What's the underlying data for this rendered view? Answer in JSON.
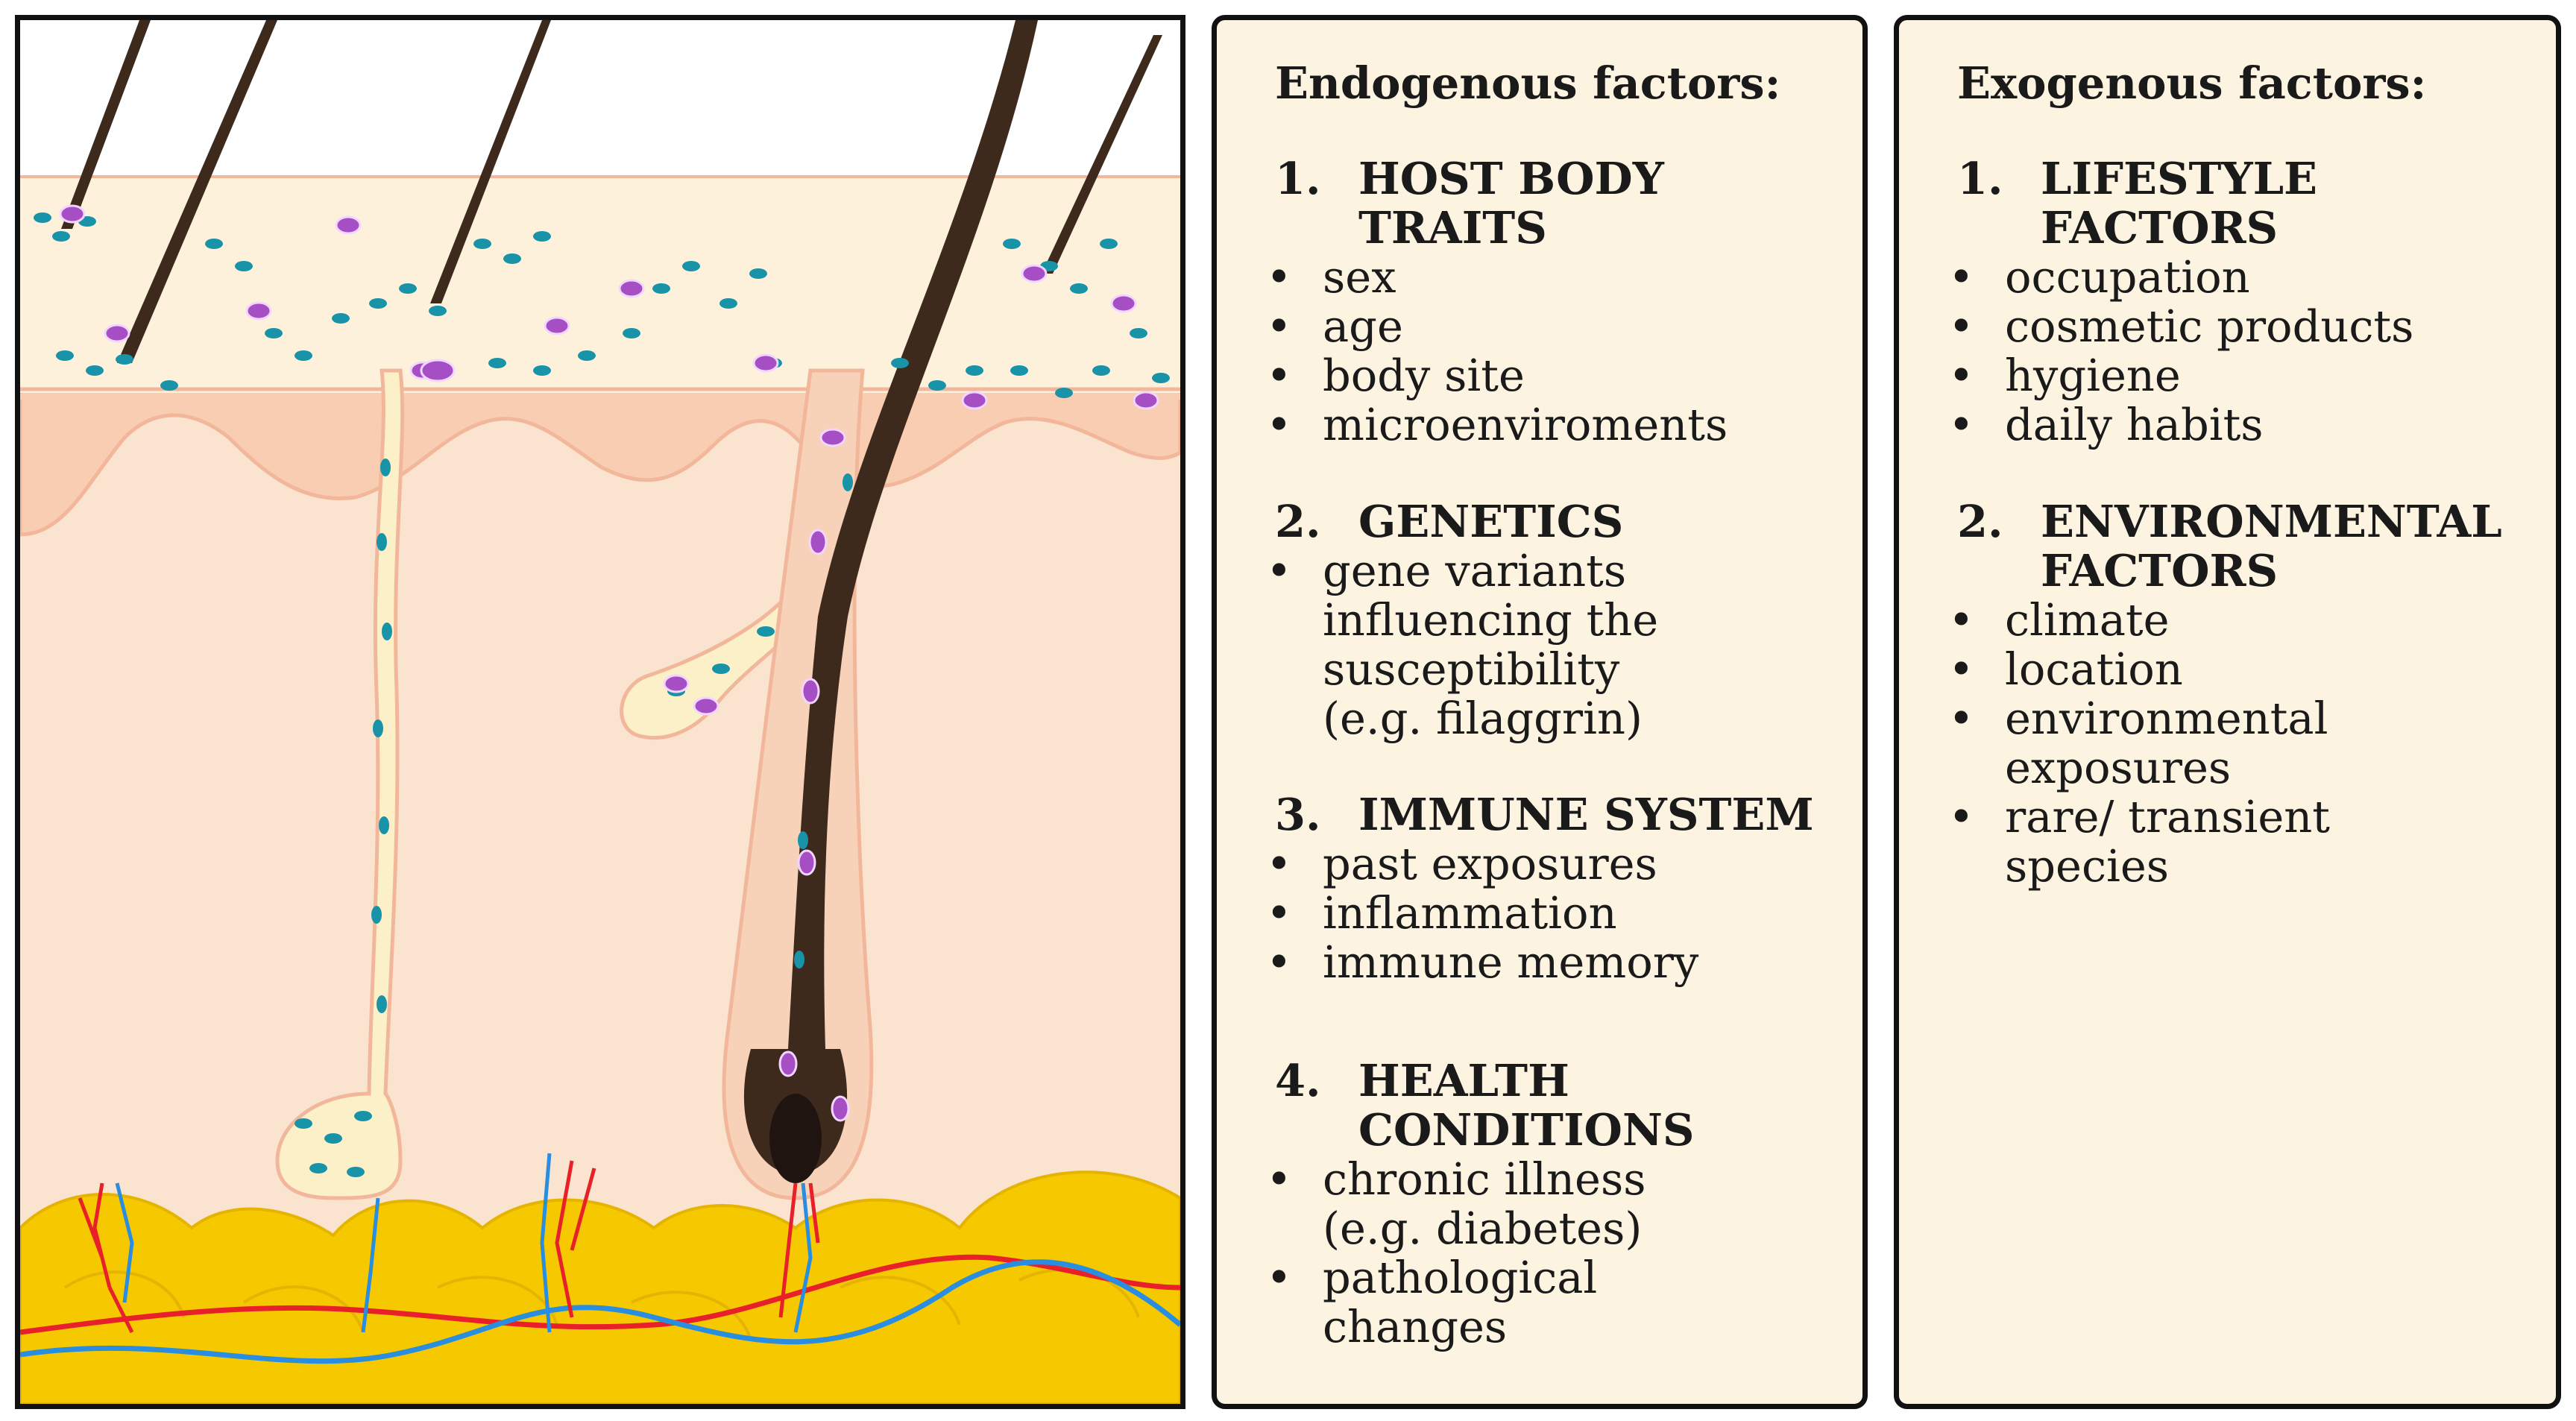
{
  "endogenous": {
    "title": "Endogenous factors:",
    "sections": [
      {
        "number": "1.",
        "heading": "HOST BODY TRAITS",
        "items": [
          "sex",
          "age",
          "body site",
          "microenviroments"
        ]
      },
      {
        "number": "2.",
        "heading": "GENETICS",
        "items": [
          "gene variants influencing the susceptibility (e.g. filaggrin)"
        ]
      },
      {
        "number": "3.",
        "heading": "IMMUNE SYSTEM",
        "items": [
          "past exposures",
          "inflammation",
          "immune memory"
        ]
      },
      {
        "number": "4.",
        "heading": "HEALTH CONDITIONS",
        "items": [
          "chronic illness (e.g. diabetes)",
          "pathological changes"
        ]
      }
    ]
  },
  "exogenous": {
    "title": "Exogenous factors:",
    "sections": [
      {
        "number": "1.",
        "heading": "LIFESTYLE FACTORS",
        "items": [
          "occupation",
          "cosmetic products",
          "hygiene",
          "daily habits"
        ]
      },
      {
        "number": "2.",
        "heading": "ENVIRONMENTAL FACTORS",
        "items": [
          "climate",
          "location",
          "environmental exposures",
          "rare/ transient species"
        ]
      }
    ]
  },
  "illustration": {
    "colors": {
      "epidermis": "#fdf1dc",
      "dermis": "#fbe4cf",
      "skin_outline": "#f2b79a",
      "hair": "#3d2a1c",
      "fat": "#f6c800",
      "bacteria_teal": "#1993a8",
      "bacteria_purple": "#a64fc4",
      "vessel_red": "#e8202a",
      "vessel_blue": "#2a8ee0"
    }
  }
}
